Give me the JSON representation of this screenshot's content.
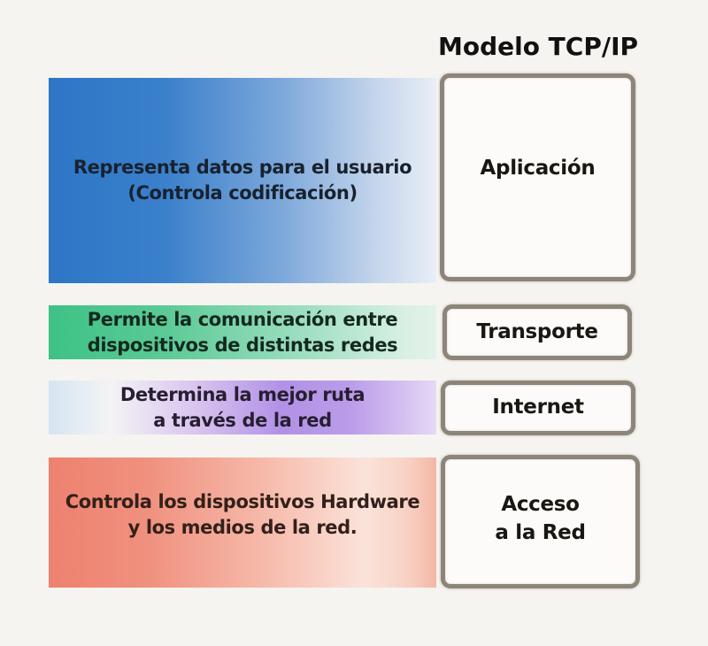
{
  "title": "Modelo TCP/IP",
  "colors": {
    "background": "#f6f4f0",
    "box_border": "#8d8579",
    "box_fill": "#fcfbf9",
    "title_text": "#121010",
    "label_text": "#1a1612"
  },
  "layers": [
    {
      "id": "aplicacion",
      "desc_line1": "Representa datos para el usuario",
      "desc_line2": "(Controla codificación)",
      "label_line1": "Aplicación",
      "label_line2": "",
      "bar_gradient": [
        "#2e76c6 0%",
        "#3a80cb 30%",
        "#7da8da 60%",
        "#c6d6ec 85%",
        "#e9eef7 100%"
      ],
      "desc_text_color": "#18222e"
    },
    {
      "id": "transporte",
      "desc_line1": "Permite la comunicación entre",
      "desc_line2": "dispositivos de distintas redes",
      "label_line1": "Transporte",
      "label_line2": "",
      "bar_gradient": [
        "#3ec286 0%",
        "#5bca96 30%",
        "#9cdec0 65%",
        "#d9f0e3 92%",
        "#e3f2e9 100%"
      ],
      "desc_text_color": "#14291e"
    },
    {
      "id": "internet",
      "desc_line1": "Determina la mejor ruta",
      "desc_line2": "a través de la red",
      "label_line1": "Internet",
      "label_line2": "",
      "bar_gradient": [
        "#d6e5f2 0%",
        "#f4f3f5 16%",
        "#d9c4ef 38%",
        "#b291e6 60%",
        "#bb9ce9 78%",
        "#ddcdf3 96%",
        "#e6daf5 100%"
      ],
      "desc_text_color": "#271f31"
    },
    {
      "id": "acceso",
      "desc_line1": "Controla los dispositivos Hardware",
      "desc_line2": "y los medios de la red.",
      "label_line1": "Acceso",
      "label_line2": "a la Red",
      "bar_gradient": [
        "#ee816f 0%",
        "#f0907e 25%",
        "#f6b9a9 55%",
        "#fbe3da 82%",
        "#f8d0c2 93%",
        "#f3b7a5 100%"
      ],
      "desc_text_color": "#33201a"
    }
  ]
}
